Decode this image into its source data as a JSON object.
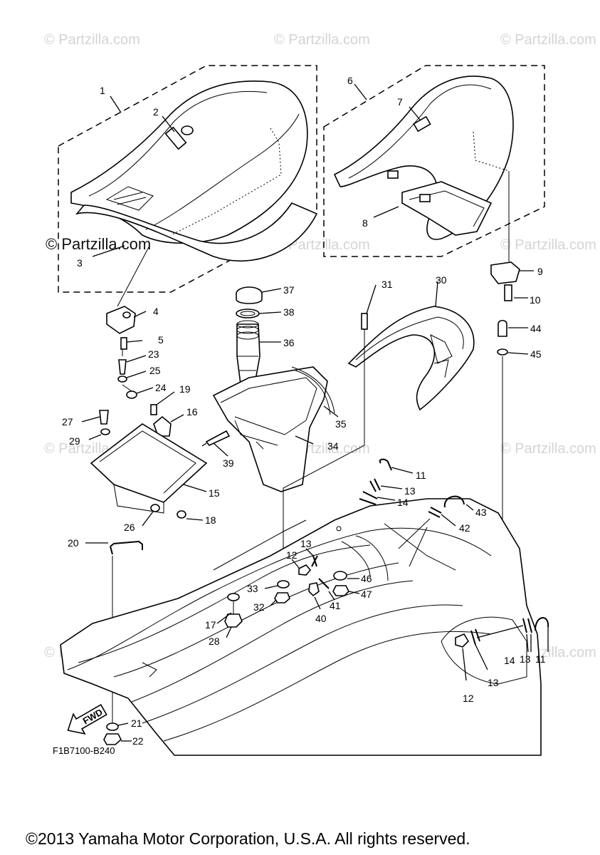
{
  "watermark": "© Partzilla.com",
  "watermark_main": "© Partzilla.com",
  "diagram_code": "F1B7100-B240",
  "fwd_label": "FWD",
  "copyright": "©2013 Yamaha Motor Corporation, U.S.A. All rights reserved.",
  "callouts": [
    "1",
    "2",
    "3",
    "4",
    "5",
    "6",
    "7",
    "8",
    "9",
    "10",
    "11",
    "12",
    "13",
    "14",
    "15",
    "16",
    "17",
    "18",
    "19",
    "20",
    "21",
    "22",
    "23",
    "24",
    "25",
    "26",
    "27",
    "28",
    "29",
    "30",
    "31",
    "32",
    "33",
    "34",
    "35",
    "36",
    "37",
    "38",
    "39",
    "40",
    "41",
    "42",
    "43",
    "44",
    "45",
    "46",
    "47"
  ]
}
